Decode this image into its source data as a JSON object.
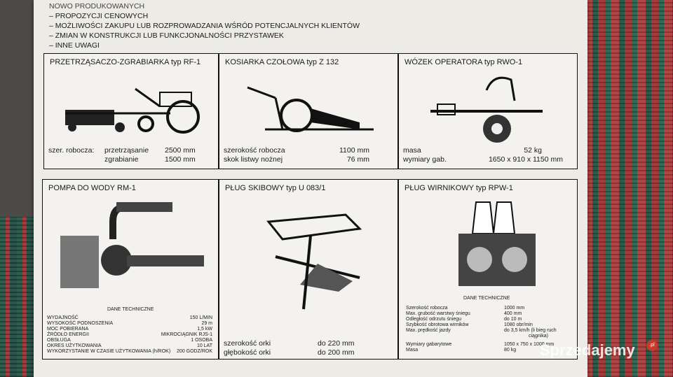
{
  "intro": {
    "lines": [
      "NOWO PRODUKOWANYCH",
      "– PROPOZYCJI CENOWYCH",
      "– MOŻLIWOŚCI ZAKUPU LUB ROZPROWADZANIA WŚRÓD POTENCJALNYCH KLIENTÓW",
      "– ZMIAN W KONSTRUKCJI LUB FUNKCJONALNOŚCI PRZYSTAWEK",
      "– INNE UWAGI"
    ]
  },
  "panels": {
    "rf1": {
      "title": "PRZETRZĄSACZO-ZGRABIARKA typ RF-1",
      "specs": [
        {
          "label": "szer. robocza:",
          "sub": "przetrząsanie",
          "value": "2500 mm"
        },
        {
          "label": "",
          "sub": "zgrabianie",
          "value": "1500 mm"
        }
      ]
    },
    "z132": {
      "title": "KOSIARKA CZOŁOWA typ Z 132",
      "specs": [
        {
          "label": "szerokość robocza",
          "value": "1100 mm"
        },
        {
          "label": "skok listwy nożnej",
          "value": "76 mm"
        }
      ]
    },
    "rwo1": {
      "title": "WÓZEK OPERATORA typ RWO-1",
      "specs": [
        {
          "label": "masa",
          "value": "52 kg"
        },
        {
          "label": "wymiary gab.",
          "value": "1650 x 910 x 1150 mm"
        }
      ]
    },
    "rm1": {
      "title": "POMPA DO WODY RM-1",
      "tech_heading": "DANE TECHNICZNE",
      "tech": [
        {
          "label": "WYDAJNOŚĆ",
          "value": "150 L/MIN"
        },
        {
          "label": "WYSOKOŚĆ PODNOSZENIA",
          "value": "29 m"
        },
        {
          "label": "MOC POBIERANA",
          "value": "1,5 kW"
        },
        {
          "label": "ŹRÓDŁO ENERGII",
          "value": "MIKROCIĄGNIK RJS-1"
        },
        {
          "label": "OBSŁUGA",
          "value": "1 OSOBA"
        },
        {
          "label": "OKRES UŻYTKOWANIA",
          "value": "10 LAT"
        },
        {
          "label": "WYKORZYSTANIE W CZASIE UŻYTKOWANIA (h/ROK)",
          "value": "200 GODZ/ROK"
        }
      ]
    },
    "u083": {
      "title": "PŁUG SKIBOWY typ U 083/1",
      "specs": [
        {
          "label": "szerokość orki",
          "value": "do 220 mm"
        },
        {
          "label": "głębokość orki",
          "value": "do 200 mm"
        }
      ]
    },
    "rpw1": {
      "title": "PŁUG WIRNIKOWY typ RPW-1",
      "tech_heading": "DANE TECHNICZNE",
      "tech": [
        {
          "label": "Szerokość robocza",
          "value": "1000 mm"
        },
        {
          "label": "Max. grubość warstwy śniegu",
          "value": "400 mm"
        },
        {
          "label": "Odległość odrzutu śniegu",
          "value": "do 10 m"
        },
        {
          "label": "Szybkość obrotowa wirników",
          "value": "1080 obr/min"
        },
        {
          "label": "Max. prędkość jazdy",
          "value": "do 3,5 km/h (li bieg ruch"
        },
        {
          "label": "",
          "value": "ciągnika)"
        },
        {
          "label": "Wymiary gabarytowe",
          "value": "1050 x 750 x 1000 mm"
        },
        {
          "label": "Masa",
          "value": "80 kg"
        }
      ]
    }
  },
  "watermark": {
    "text": "Sprzedajemy",
    "dot": ".pl"
  }
}
